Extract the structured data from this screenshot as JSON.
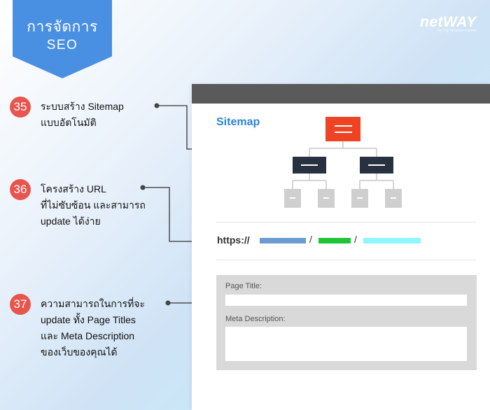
{
  "badge": {
    "line1": "การจัดการ",
    "line2": "SEO"
  },
  "logo": {
    "text": "netWAY",
    "tagline": "by myTaxpayer team"
  },
  "items": [
    {
      "number": "35",
      "lines": [
        "ระบบสร้าง Sitemap",
        "แบบอัตโนมัติ"
      ]
    },
    {
      "number": "36",
      "lines": [
        "โครงสร้าง URL",
        "ที่ไม่ซับซ้อน และสามารถ",
        "update ได้ง่าย"
      ]
    },
    {
      "number": "37",
      "lines": [
        "ความสามารถในการที่จะ",
        "update ทั้ง Page Titles",
        "และ Meta Description",
        "ของเว็บของคุณได้"
      ]
    }
  ],
  "panel": {
    "sitemap_title": "Sitemap",
    "url_prefix": "https://",
    "url_separator": "/",
    "page_title_label": "Page Title:",
    "meta_description_label": "Meta Description:"
  },
  "colors": {
    "badge": "#4a90e2",
    "number_circle": "#e8554e",
    "sitemap_root": "#ee4423",
    "sitemap_mid": "#27313f",
    "sitemap_leaf": "#cfcfcf",
    "url_segment_1": "#6a9bd1",
    "url_segment_2": "#1fc437",
    "url_segment_3": "#8ff5ff"
  }
}
